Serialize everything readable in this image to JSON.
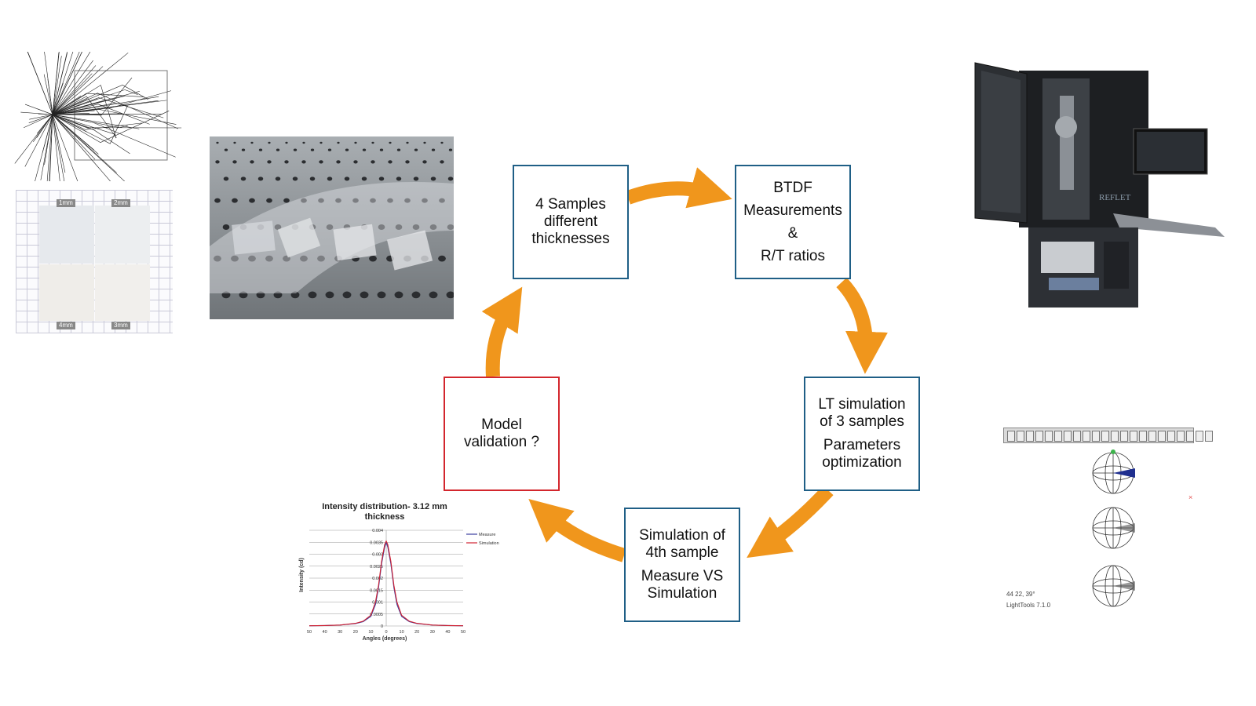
{
  "cycle": {
    "box1": {
      "lines": [
        "4 Samples",
        "different",
        "thicknesses"
      ]
    },
    "box2": {
      "lines": [
        "BTDF",
        "Measurements",
        "&",
        "R/T ratios"
      ]
    },
    "box3": {
      "lines1": [
        "LT simulation",
        "of 3 samples"
      ],
      "lines2": [
        "Parameters",
        "optimization"
      ]
    },
    "box4": {
      "lines1": [
        "Simulation of",
        "4th sample"
      ],
      "lines2": [
        "Measure VS",
        "Simulation"
      ]
    },
    "box5": {
      "lines": [
        "Model",
        "validation ?"
      ]
    }
  },
  "colors": {
    "box_border": "#1f5f86",
    "validation_border": "#d3262d",
    "arrow": "#f0961c"
  },
  "samples_photo": {
    "labels": [
      "1mm",
      "2mm",
      "4mm",
      "3mm"
    ]
  },
  "instrument_photo": {
    "brand": "REFLET"
  },
  "chart_data": {
    "type": "line",
    "title": "Intensity distribution- 3.12 mm thickness",
    "xlabel": "Angles (degrees)",
    "ylabel": "Intensity (cd)",
    "x_ticks": [
      "50",
      "40",
      "30",
      "20",
      "10",
      "0",
      "10",
      "20",
      "30",
      "40",
      "50"
    ],
    "y_ticks": [
      "0.004",
      "0.0035",
      "0.003",
      "0.0025",
      "0.002",
      "0.0015",
      "0.001",
      "0.0005",
      "0"
    ],
    "series": [
      {
        "name": "Measure",
        "color": "#3b3fa0",
        "x": [
          -50,
          -40,
          -30,
          -20,
          -15,
          -10,
          -7,
          -5,
          -3,
          -1,
          0,
          1,
          3,
          5,
          7,
          10,
          15,
          20,
          30,
          40,
          50
        ],
        "y": [
          1e-05,
          2e-05,
          4e-05,
          0.0001,
          0.00018,
          0.0004,
          0.0009,
          0.0016,
          0.0026,
          0.0033,
          0.0035,
          0.0033,
          0.0026,
          0.0016,
          0.0009,
          0.0004,
          0.00018,
          0.0001,
          4e-05,
          2e-05,
          1e-05
        ]
      },
      {
        "name": "Simulation",
        "color": "#d02030",
        "x": [
          -50,
          -40,
          -30,
          -20,
          -15,
          -10,
          -7,
          -5,
          -3,
          -1,
          0,
          1,
          3,
          5,
          7,
          10,
          15,
          20,
          30,
          40,
          50
        ],
        "y": [
          1e-05,
          2e-05,
          4e-05,
          0.00011,
          0.0002,
          0.00045,
          0.001,
          0.0017,
          0.0027,
          0.0034,
          0.00355,
          0.0034,
          0.0027,
          0.0017,
          0.001,
          0.00045,
          0.0002,
          0.00011,
          4e-05,
          2e-05,
          1e-05
        ]
      }
    ],
    "xlim": [
      -50,
      50
    ],
    "ylim": [
      0,
      0.004
    ]
  },
  "software": {
    "status1": "44 22, 39°",
    "status2": "LightTools 7.1.0"
  }
}
